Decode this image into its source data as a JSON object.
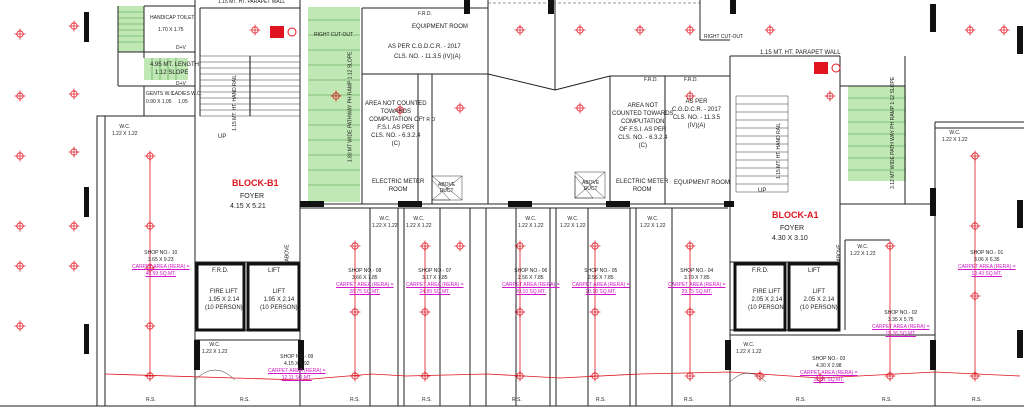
{
  "colors": {
    "wall": "#111111",
    "line": "#333333",
    "red": "#e0141e",
    "magenta": "#d018c8",
    "green": "#bfe8b4",
    "greenStripe": "#4c9a46"
  },
  "labels": {
    "top_wall": "1.15 MT. HT. PARAPET WALL",
    "top_wall2": "1.15 MT. HT. PARAPET WALL",
    "handicap": "HANDICAP TOILET",
    "handicap_dim": "1.70 X 1.75",
    "slope_a": "4.95 MT. LENGTH",
    "slope_b": "1:12 SLOPE",
    "gents_wc": "GENTS W.C.",
    "gents_dim": "0.90 X 1.05",
    "ladies_wc": "LADIES W.C.",
    "ladies_dim": "1.05",
    "dup1": "D+V",
    "dup2": "D+V",
    "up1": "UP",
    "handrail1": "1.15 MT. HT. HAND RAIL",
    "pathway1": "1.80 MT WIDE PATHWAY PH RAMP 1:12 SLOPE",
    "equipment_top_a": "EQUIPMENT ROOM",
    "equipment_top_b": "AS PER C.G.D.C.R. - 2017",
    "equipment_top_c": "CLS. NO. - 11.3.5 (IV)(A)",
    "frd_top": "F.R.D.",
    "area1": [
      "AREA NOT COUNTED",
      "TOWARDS",
      "COMPUTATION OF",
      "F.S.I. AS PER",
      "CLS. NO. - 6.3.2.4",
      "(C)"
    ],
    "elec1": [
      "ELECTRIC METER",
      "ROOM"
    ],
    "tro": "T R O",
    "above_duct1": [
      "ABOVE",
      "DUCT"
    ],
    "frd_mid": "F.R.D.",
    "area2": [
      "AREA NOT",
      "COUNTED TOWARDS",
      "COMPUTATION",
      "OF F.S.I. AS PER",
      "CLS. NO. - 6.3.2.4",
      "(C)"
    ],
    "asper2": [
      "AS PER",
      "C.G.D.C.R. - 2017",
      "CLS. NO. - 11.3.5",
      "(IV)(A)"
    ],
    "elec2": [
      "ELECTRIC METER",
      "ROOM"
    ],
    "equipment2": "EQUIPMENT ROOM",
    "above_duct2": [
      "ABOVE",
      "DUCT"
    ],
    "frd_right": "F.R.D.",
    "handrail2": "1.15 MT. HT. HAND RAIL",
    "up2": "UP",
    "pathway2": "3.12 MT WIDE PATH WAY PH RAMP 1:12 SLOPE",
    "blockb1": "BLOCK-B1",
    "foyer_b": "FOYER",
    "foyer_b_dim": "4.15 X 5.21",
    "blocka1": "BLOCK-A1",
    "foyer_a": "FOYER",
    "foyer_a_dim": "4.30 X 3.10",
    "above_left": "ABOVE",
    "above_right": "ABOVE",
    "frd_b1": "F.R.D.",
    "lift_b1": "LIFT",
    "fire_lift_b": [
      "FIRE LIFT",
      "1.95 X 2.14",
      "(10 PERSON)"
    ],
    "lift_b": [
      "LIFT",
      "1.95 X 2.14",
      "(10 PERSON)"
    ],
    "frd_a1": "F.R.D.",
    "lift_a1": "LIFT",
    "fire_lift_a": [
      "FIRE LIFT",
      "2.05 X 2.14",
      "(10 PERSON)"
    ],
    "lift_a": [
      "LIFT",
      "2.05 X 2.14",
      "(10 PERSON)"
    ],
    "wc": "W.C.",
    "wc_dim": "1.22 X 1.22",
    "rs": "R.S.",
    "exit": "RIGHT CUT-OUT"
  },
  "shops": [
    {
      "id": "SHOP NO.- 10",
      "dim": "3.65 X 9.23",
      "area": "CARPET AREA (RERA) =",
      "sqm": "40.59 SQ.MT."
    },
    {
      "id": "SHOP NO.- 09",
      "dim": "4.15 X 2.92",
      "area": "CARPET AREA (RERA) =",
      "sqm": "12.11 SQ.MT."
    },
    {
      "id": "SHOP NO.- 08",
      "dim": "3.66 X 7.85",
      "area": "CARPET AREA (RERA) =",
      "sqm": "28.75 SQ.MT."
    },
    {
      "id": "SHOP NO.- 07",
      "dim": "3.17 X 7.85",
      "area": "CARPET AREA (RERA) =",
      "sqm": "24.89 SQ.MT."
    },
    {
      "id": "SHOP NO.- 06",
      "dim": "2.56 X 7.85",
      "area": "CARPET AREA (RERA) =",
      "sqm": "20.10 SQ.MT."
    },
    {
      "id": "SHOP NO.- 05",
      "dim": "2.56 X 7.85",
      "area": "CARPET AREA (RERA) =",
      "sqm": "20.10 SQ.MT."
    },
    {
      "id": "SHOP NO.- 04",
      "dim": "3.79 X 7.85",
      "area": "CARPET AREA (RERA) =",
      "sqm": "29.75 SQ.MT."
    },
    {
      "id": "SHOP NO.- 03",
      "dim": "4.30 X 2.98",
      "area": "CARPET AREA (RERA) =",
      "sqm": "12.81 SQ.MT."
    },
    {
      "id": "SHOP NO.- 02",
      "dim": "3.35 X 5.75",
      "area": "CARPET AREA (RERA) =",
      "sqm": "19.26 SQ.MT."
    },
    {
      "id": "SHOP NO.- 01",
      "dim": "3.06 X 6.35",
      "area": "CARPET AREA (RERA) =",
      "sqm": "19.43 SQ.MT."
    }
  ],
  "icons": {
    "marker": "crosshair-circle-icon",
    "extinguisher": "fire-extinguisher-icon",
    "wc_fixture": "wc-fixture-icon"
  }
}
